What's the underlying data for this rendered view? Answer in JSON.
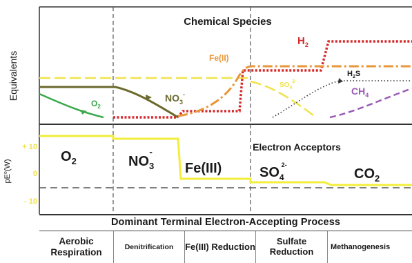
{
  "top_panel": {
    "title": "Chemical Species",
    "y_axis_label": "Equivalents",
    "species": {
      "o2": "O",
      "o2_sub": "2",
      "no3": "NO",
      "no3_sub": "3",
      "no3_sup": "-",
      "fe": "Fe(II)",
      "so4": "SO",
      "so4_sub": "4",
      "so4_sup": "2-",
      "h2": "H",
      "h2_sub": "2",
      "h2s": "H",
      "h2s_sub": "2",
      "h2s_end": "S",
      "ch4": "CH",
      "ch4_sub": "4"
    }
  },
  "middle_panel": {
    "title": "Electron Acceptors",
    "y_axis_label": "pE",
    "y_axis_sup": "o",
    "y_axis_end": "(W)",
    "ticks": [
      "+ 10",
      "0",
      "- 10"
    ],
    "acceptors": {
      "o2": "O",
      "o2_sub": "2",
      "no3": "NO",
      "no3_sub": "3",
      "no3_sup": "-",
      "fe": "Fe(III)",
      "so4": "SO",
      "so4_sub": "4",
      "so4_sup": "2-",
      "co2": "CO",
      "co2_sub": "2"
    }
  },
  "bottom_panel": {
    "title": "Dominant Terminal Electron-Accepting Process",
    "processes": [
      "Aerobic Respiration",
      "Denitrification",
      "Fe(III) Reduction",
      "Sulfate Reduction",
      "Methanogenesis"
    ]
  },
  "colors": {
    "o2": "#3aa84a",
    "no3": "#6b6a2e",
    "fe": "#e8963a",
    "so4": "#f0e24a",
    "h2": "#d42a2a",
    "h2s": "#333333",
    "ch4": "#9a5ab8",
    "pe_line": "#f2ee3a",
    "dash": "#555555"
  }
}
